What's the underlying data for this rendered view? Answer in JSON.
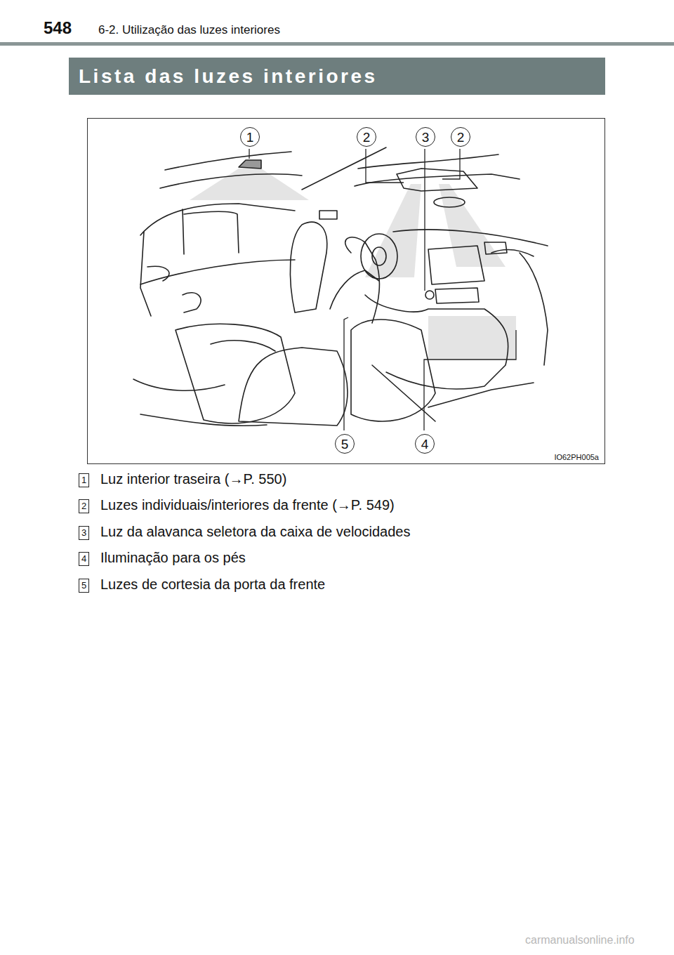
{
  "diagram": {
    "nodes": [
      {
        "text": [
          "Lista das luzes interiores"
        ]
      },
      {
        "text": [
          "IO62PH005a"
        ]
      },
      {
        "text": [
          "1"
        ],
        "in": 1
      },
      {
        "text": [
          "2"
        ],
        "in": 1
      },
      {
        "text": [
          "3"
        ],
        "in": 1
      },
      {
        "text": [
          "2"
        ],
        "in": 1
      },
      {
        "text": [
          "5"
        ],
        "in": 1
      },
      {
        "text": [
          "4"
        ],
        "in": 1
      },
      {
        "text": [
          "1"
        ]
      },
      {
        "text": [
          "2"
        ]
      },
      {
        "text": [
          "3"
        ]
      },
      {
        "text": [
          "4"
        ]
      },
      {
        "text": [
          "5"
        ]
      }
    ],
    "labels": [
      "548",
      "6-2. Utilização das luzes interiores",
      "Luz interior traseira (→P. 550)",
      "Luzes individuais/interiores da frente (→P. 549)",
      "Luz da alavanca seletora da caixa de velocidades",
      "Iluminação para os pés",
      "Luzes de cortesia da porta da frente",
      "carmanualsonline.info"
    ]
  }
}
